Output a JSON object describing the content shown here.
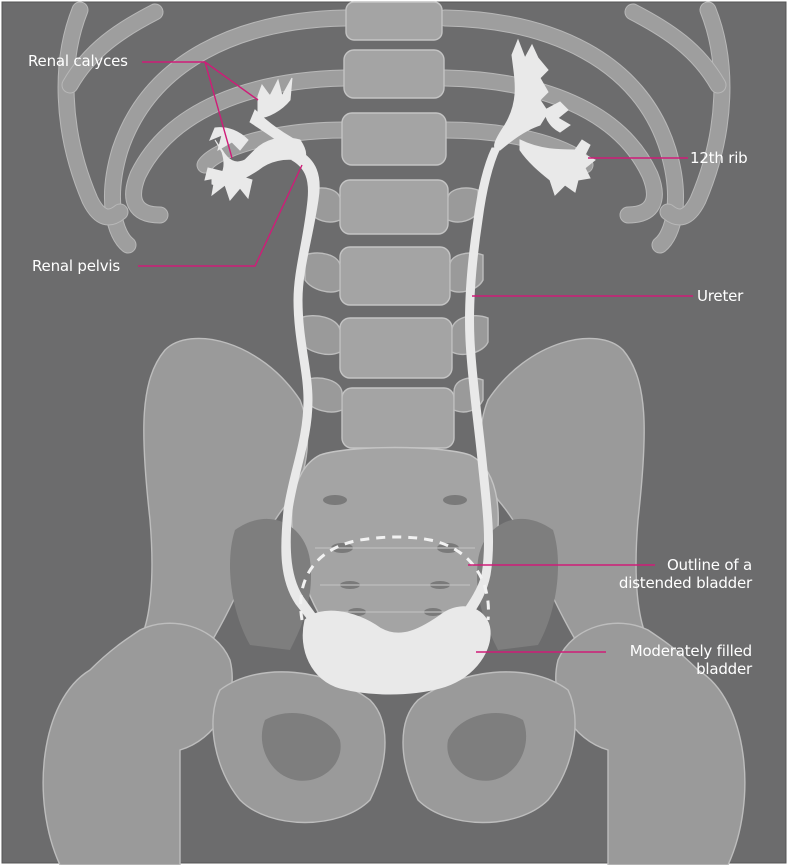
{
  "labels": {
    "renal_calyces": "Renal calyces",
    "rib_12": "12th rib",
    "renal_pelvis": "Renal pelvis",
    "ureter": "Ureter",
    "distended_line1": "Outline of a",
    "distended_line2": "distended bladder",
    "filled_line1": "Moderately filled",
    "filled_line2": "bladder"
  },
  "colors": {
    "background": "#6c6c6d",
    "bone": "#9a9a9a",
    "contrast_fill": "#e9e9e9",
    "leader_line": "#cf1c78",
    "label_text": "#ffffff"
  }
}
